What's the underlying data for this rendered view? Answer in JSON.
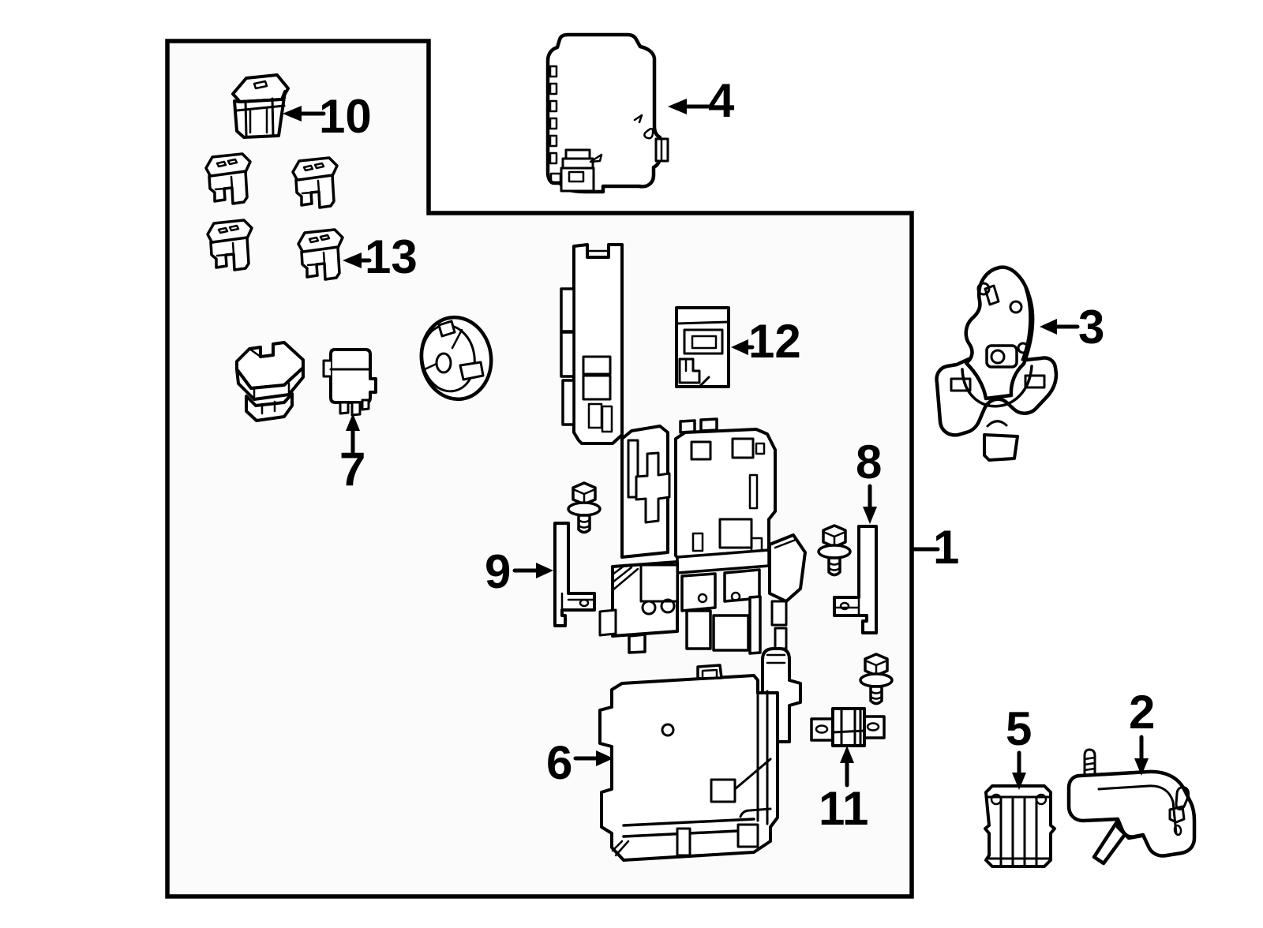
{
  "figure": {
    "type": "exploded-parts-diagram",
    "background": "#ffffff",
    "panel_fill": "#fbfbfb",
    "line_color": "#000000",
    "label_color": "#000000"
  },
  "callouts": {
    "c1": {
      "label": "1"
    },
    "c2": {
      "label": "2"
    },
    "c3": {
      "label": "3"
    },
    "c4": {
      "label": "4"
    },
    "c5": {
      "label": "5"
    },
    "c6": {
      "label": "6"
    },
    "c7": {
      "label": "7"
    },
    "c8": {
      "label": "8"
    },
    "c9": {
      "label": "9"
    },
    "c10": {
      "label": "10"
    },
    "c11": {
      "label": "11"
    },
    "c12": {
      "label": "12"
    },
    "c13": {
      "label": "13"
    }
  }
}
